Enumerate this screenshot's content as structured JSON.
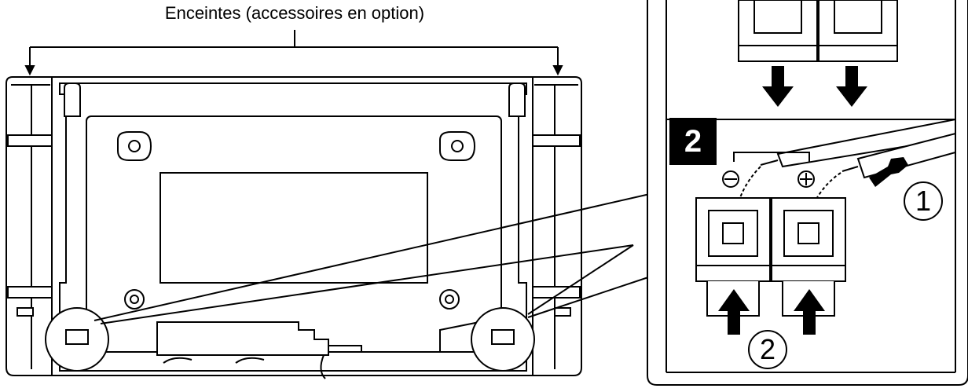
{
  "caption": "Enceintes (accessoires en option)",
  "detail_panel": {
    "step_number": "2",
    "callout_1": "1",
    "callout_2": "2",
    "terminal_minus_icon": "minus-circle-icon",
    "terminal_plus_icon": "plus-circle-icon"
  }
}
